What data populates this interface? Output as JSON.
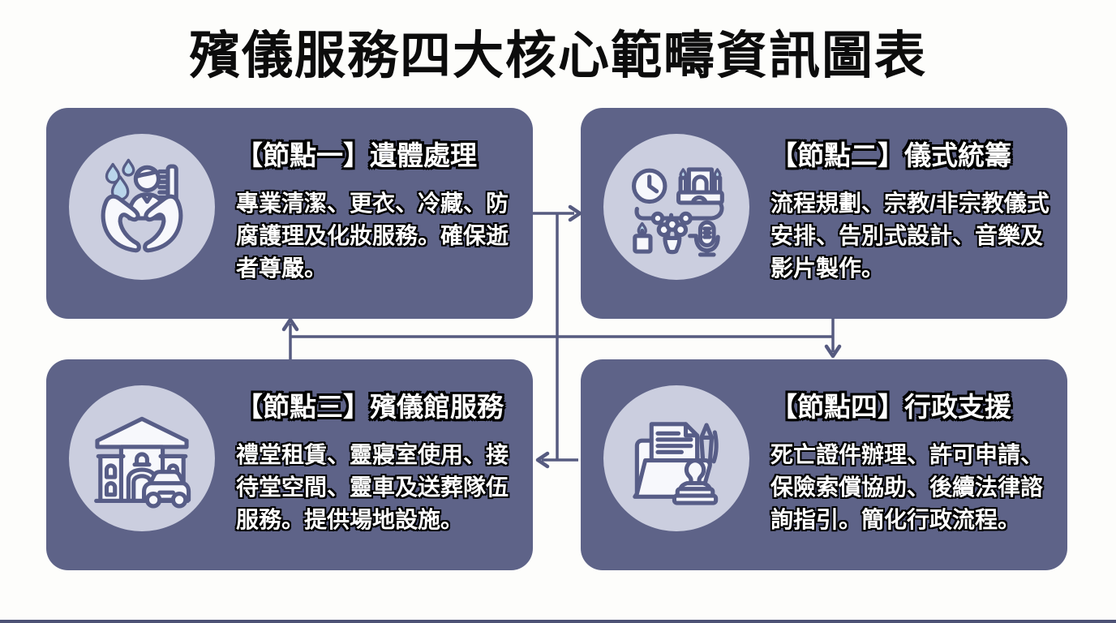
{
  "title": "殯儀服務四大核心範疇資訊圖表",
  "cards": [
    {
      "heading": "【節點一】遺體處理",
      "body": "專業清潔、更衣、冷藏、防腐護理及化妝服務。確保逝者尊嚴。",
      "icon": "washing-hands-care-icon"
    },
    {
      "heading": "【節點二】儀式統籌",
      "body": "流程規劃、宗教/非宗教儀式安排、告別式設計、音樂及影片製作。",
      "icon": "ceremony-planning-icon"
    },
    {
      "heading": "【節點三】殯儀館服務",
      "body": "禮堂租賃、靈寢室使用、接待堂空間、靈車及送葬隊伍服務。提供場地設施。",
      "icon": "funeral-home-building-icon"
    },
    {
      "heading": "【節點四】行政支援",
      "body": "死亡證件辦理、許可申請、保險索償協助、後續法律諮詢指引。簡化行政流程。",
      "icon": "documents-stamp-icon"
    }
  ],
  "connectors": [
    {
      "from": "節點一",
      "to": "節點二",
      "shape": "right-arrow"
    },
    {
      "from": "節點二",
      "to": "節點四",
      "shape": "down-arrow"
    },
    {
      "from": "節點三",
      "to": "節點一",
      "shape": "up-arrow"
    },
    {
      "from": "junction",
      "to": "節點三",
      "shape": "left-arrow"
    },
    {
      "type": "cross-link",
      "description": "horizontal line linking the vertical arrows between rows"
    }
  ],
  "colors": {
    "page_bg": "#fdfdfb",
    "card_bg": "#5e6388",
    "icon_circle_bg": "#cbcedf",
    "icon_stroke": "#575d87",
    "arrow": "#565b80",
    "title_text": "#0c0c0c",
    "card_text": "#ffffff",
    "text_outline": "#000000",
    "water_drop_blue": "#b9d5ea",
    "bottom_bar": "#4d5275"
  }
}
